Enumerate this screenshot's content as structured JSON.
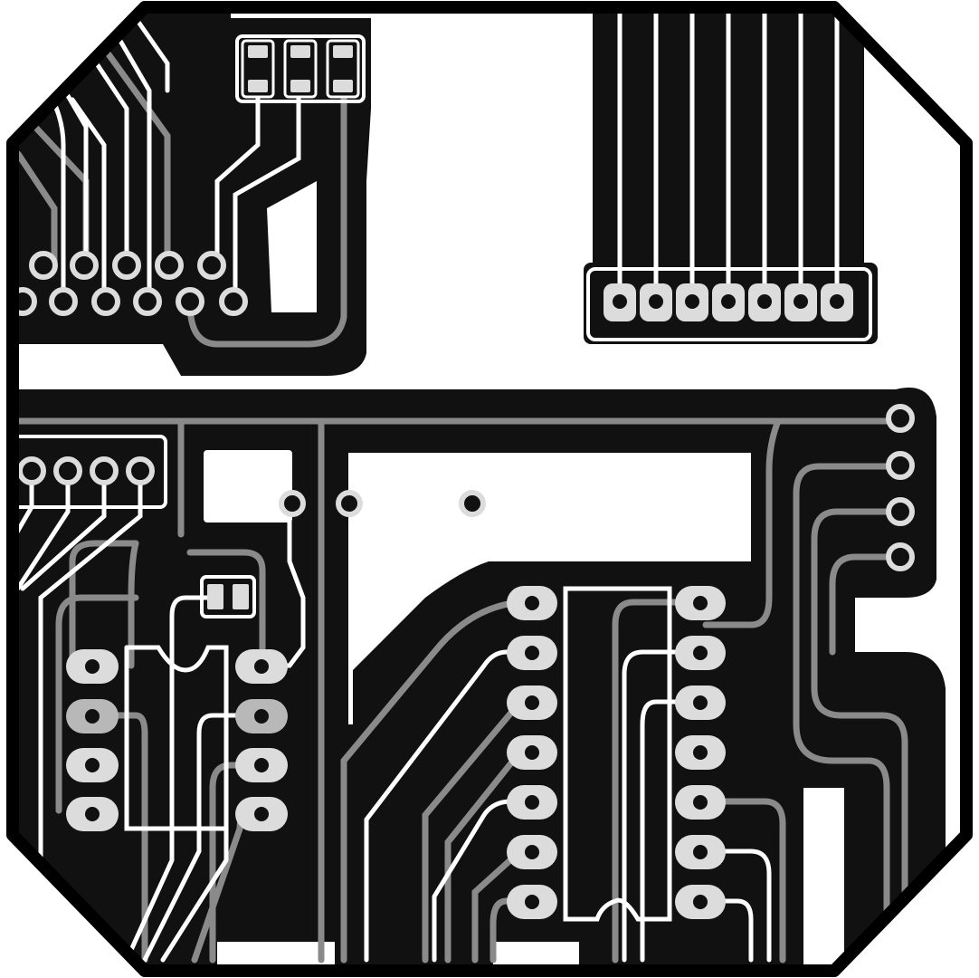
{
  "board": {
    "view": "pcb-layout-black-white",
    "colors": {
      "copper": "#111111",
      "substrate": "#ffffff",
      "trace_bottom": "#8a8a8a",
      "trace_top": "#ffffff",
      "pad_fill": "#dcdcdc",
      "drill": "#111111",
      "outline": "#000000"
    },
    "components": [
      {
        "id": "smd-resistor-array",
        "kind": "smd-0603-x3"
      },
      {
        "id": "dual-row-header-top-left",
        "kind": "through-hole-header",
        "pins": 11
      },
      {
        "id": "header-7-pin-top-right",
        "kind": "through-hole-header",
        "pins": 7
      },
      {
        "id": "header-4-pin-left",
        "kind": "through-hole-header",
        "pins": 4
      },
      {
        "id": "header-4-pin-right-vertical",
        "kind": "through-hole-header",
        "pins": 4
      },
      {
        "id": "ic-dip-8",
        "kind": "dip-8"
      },
      {
        "id": "ic-dip-14",
        "kind": "dip-14"
      },
      {
        "id": "smd-resistor-small",
        "kind": "smd-0603"
      },
      {
        "id": "jumper-pads",
        "kind": "through-hole-jumper",
        "pins": 3
      }
    ]
  }
}
